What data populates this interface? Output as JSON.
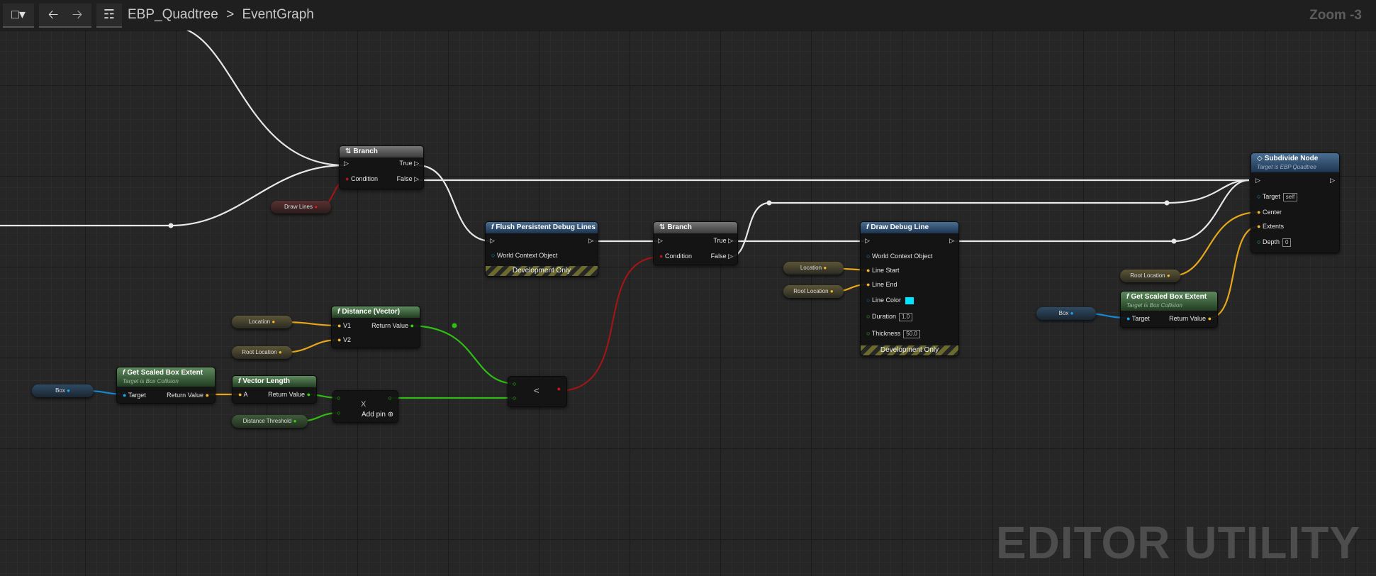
{
  "toolbar": {
    "bookmark_icon": "bookmark-icon",
    "back_icon": "arrow-left-icon",
    "forward_icon": "arrow-right-icon",
    "graph_icon": "graph-hierarchy-icon"
  },
  "breadcrumb": {
    "parent": "EBP_Quadtree",
    "separator": ">",
    "current": "EventGraph"
  },
  "zoom": "Zoom -3",
  "watermark": "EDITOR UTILITY",
  "nodes": {
    "branch1": {
      "title": "Branch",
      "true": "True",
      "false": "False",
      "condition": "Condition"
    },
    "flush": {
      "title": "Flush Persistent Debug Lines",
      "world": "World Context Object",
      "dev": "Development Only"
    },
    "branch2": {
      "title": "Branch",
      "true": "True",
      "false": "False",
      "condition": "Condition"
    },
    "drawline": {
      "title": "Draw Debug Line",
      "world": "World Context Object",
      "start": "Line Start",
      "end": "Line End",
      "color": "Line Color",
      "duration": "Duration",
      "duration_val": "1.0",
      "thickness": "Thickness",
      "thickness_val": "50.0",
      "dev": "Development Only"
    },
    "subdivide": {
      "title": "Subdivide Node",
      "subtitle": "Target is EBP Quadtree",
      "target": "Target",
      "target_val": "self",
      "center": "Center",
      "extents": "Extents",
      "depth": "Depth",
      "depth_val": "0"
    },
    "distance": {
      "title": "Distance (Vector)",
      "v1": "V1",
      "v2": "V2",
      "ret": "Return Value"
    },
    "scaled1": {
      "title": "Get Scaled Box Extent",
      "subtitle": "Target is Box Collision",
      "target": "Target",
      "ret": "Return Value"
    },
    "scaled2": {
      "title": "Get Scaled Box Extent",
      "subtitle": "Target is Box Collision",
      "target": "Target",
      "ret": "Return Value"
    },
    "veclen": {
      "title": "Vector Length",
      "a": "A",
      "ret": "Return Value"
    },
    "mult": {
      "symbol": "X",
      "addpin": "Add pin"
    },
    "less": {
      "symbol": "<"
    }
  },
  "vars": {
    "draw_lines": "Draw Lines",
    "location1": "Location",
    "root_location1": "Root Location",
    "box1": "Box",
    "distance_threshold": "Distance Threshold",
    "location2": "Location",
    "root_location2": "Root Location",
    "root_location3": "Root Location",
    "box2": "Box"
  },
  "colors": {
    "exec": "#ffffff",
    "bool": "#b01616",
    "vector": "#f3b82a",
    "float": "#35d314",
    "object": "#17a6f2",
    "linear_color": "#00e5ff"
  }
}
